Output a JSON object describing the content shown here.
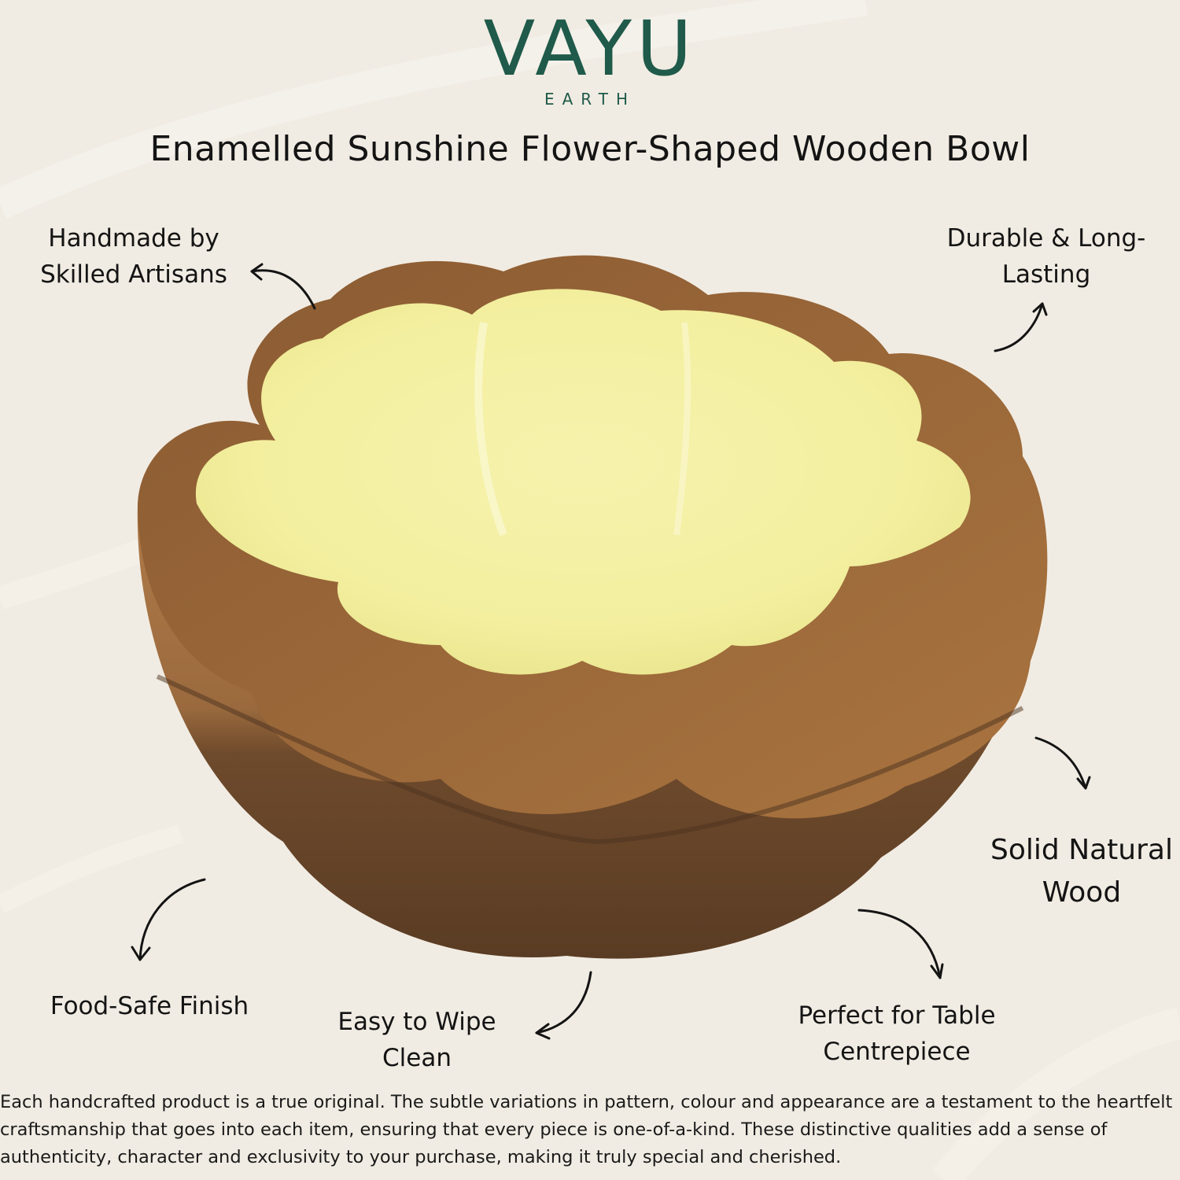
{
  "brand": {
    "name": "VAYU",
    "sub": "EARTH",
    "color": "#1f5a4a"
  },
  "title": "Enamelled Sunshine Flower-Shaped Wooden Bowl",
  "features": {
    "handmade": [
      "Handmade by",
      "Skilled Artisans"
    ],
    "durable": [
      "Durable & Long-",
      "Lasting"
    ],
    "wood": [
      "Solid Natural",
      "Wood"
    ],
    "food": [
      "Food-Safe Finish"
    ],
    "wipe": [
      "Easy to Wipe",
      "Clean"
    ],
    "table": [
      "Perfect for Table",
      "Centrepiece"
    ]
  },
  "disclaimer": "Each handcrafted product is a true original. The subtle variations in pattern, colour and appearance are a testament to the heartfelt craftsmanship that goes into each item, ensuring that every piece is one-of-a-kind. These distinctive qualities add a sense of authenticity, character and exclusivity to your purchase, making it truly special and cherished.",
  "colors": {
    "background": "#f1ece3",
    "enamel": "#f4f0a4",
    "wood": "#9a6a3e"
  }
}
